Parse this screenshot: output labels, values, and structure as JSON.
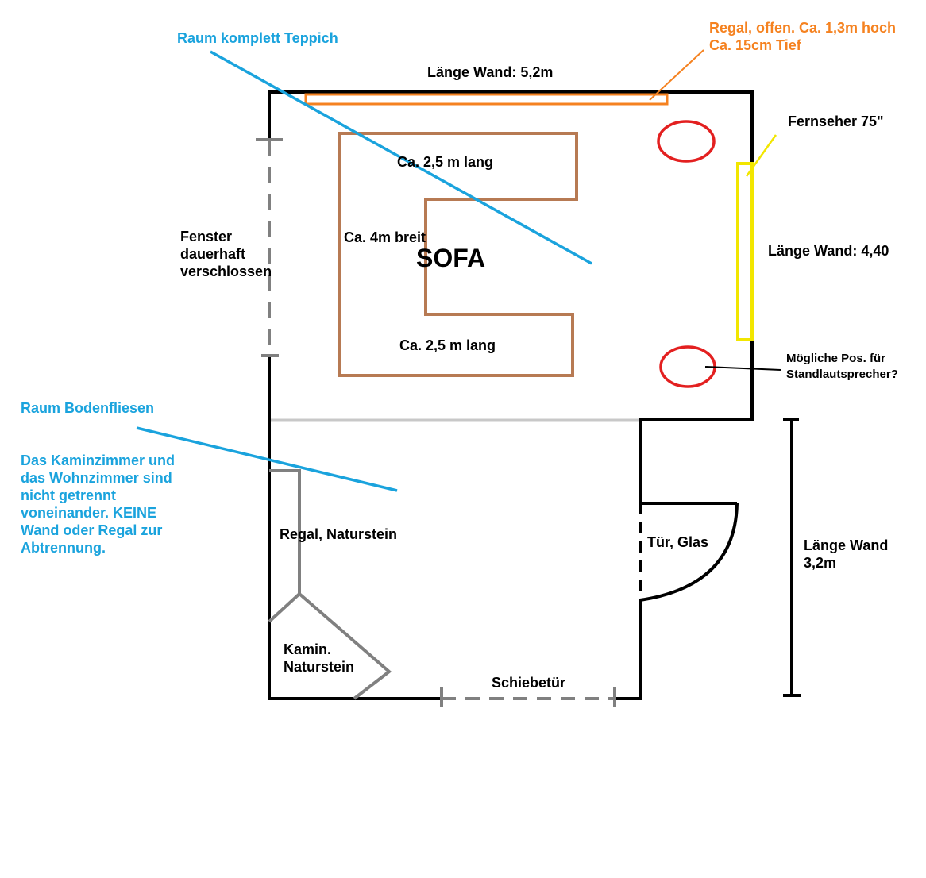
{
  "colors": {
    "wall": "#000000",
    "gray": "#808080",
    "lightgray": "#c8c8c8",
    "sofa": "#b77a53",
    "shelf": "#f58220",
    "tv": "#f2e600",
    "speaker": "#e32020",
    "annotation": "#1aa3dd"
  },
  "labels": {
    "carpet": "Raum komplett Teppich",
    "shelf_note_line1": "Regal, offen. Ca. 1,3m hoch",
    "shelf_note_line2": "Ca. 15cm Tief",
    "top_wall": "Länge Wand: 5,2m",
    "tv": "Fernseher 75\"",
    "sofa_top": "Ca. 2,5 m lang",
    "sofa_width": "Ca. 4m breit",
    "sofa": "SOFA",
    "sofa_bottom": "Ca. 2,5 m lang",
    "window": "Fenster\ndauerhaft\nverschlossen",
    "right_wall": "Länge Wand: 4,40",
    "speaker_note_line1": "Mögliche Pos. für",
    "speaker_note_line2": "Standlautsprecher?",
    "tiles": "Raum Bodenfliesen",
    "open_note": "Das Kaminzimmer und\ndas Wohnzimmer sind\nnicht getrennt\nvoneinander. KEINE\nWand oder Regal zur\nAbtrennung.",
    "stone_shelf": "Regal, Naturstein",
    "glass_door": "Tür, Glas",
    "wall_len2": "Länge Wand\n3,2m",
    "fireplace": "Kamin.\nNaturstein",
    "sliding_door": "Schiebetür"
  }
}
